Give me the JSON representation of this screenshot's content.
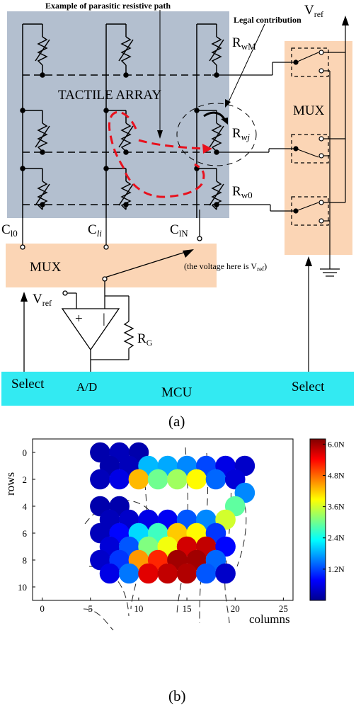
{
  "panel_a": {
    "caption": "(a)",
    "annotations": {
      "parasitic": "Example of parasitic resistive path",
      "legal": "Legal contribution",
      "vref_note": "(the voltage here is V",
      "vref_note_sub": "ref",
      "vref_note_end": ")"
    },
    "array_label": "TACTILE ARRAY",
    "mux_right_label": "MUX",
    "mux_bottom_label": "MUX",
    "mcu_label": "MCU",
    "select_left": "Select",
    "select_right": "Select",
    "ad_label": "A/D",
    "vref_top": {
      "main": "V",
      "sub": "ref"
    },
    "vref_left": {
      "main": "V",
      "sub": "ref"
    },
    "rg": {
      "main": "R",
      "sub": "G"
    },
    "opamp_plus": "+",
    "opamp_minus": "|",
    "row_labels": [
      {
        "main": "R",
        "sub": "wM"
      },
      {
        "main": "R",
        "sub": "wj"
      },
      {
        "main": "R",
        "sub": "w0"
      }
    ],
    "col_labels": [
      {
        "main": "C",
        "sub": "l0"
      },
      {
        "main": "C",
        "sub": "li"
      },
      {
        "main": "C",
        "sub": "lN"
      }
    ],
    "colors": {
      "array_bg": "#b3bfcf",
      "mux_bg": "#fbd5b5",
      "mcu_bg": "#33eaf2",
      "parasitic_path": "#e8111d"
    }
  },
  "panel_b": {
    "caption": "(b)",
    "chart_data": {
      "type": "heatmap",
      "xlabel": "columns",
      "ylabel": "rows",
      "xlim": [
        -1,
        26
      ],
      "ylim": [
        11,
        -1
      ],
      "x_ticks": [
        0,
        5,
        10,
        15,
        20,
        25
      ],
      "y_ticks": [
        0,
        2,
        4,
        6,
        8,
        10
      ],
      "colorbar": {
        "min": 0,
        "max": 6.2,
        "ticks": [
          {
            "value": 1.2,
            "label": "1.2N"
          },
          {
            "value": 2.4,
            "label": "2.4N"
          },
          {
            "value": 3.6,
            "label": "3.6N"
          },
          {
            "value": 4.8,
            "label": "4.8N"
          },
          {
            "value": 6.0,
            "label": "6.0N"
          }
        ]
      },
      "points": [
        {
          "x": 6,
          "y": 0,
          "v": 0.2
        },
        {
          "x": 8,
          "y": 0,
          "v": 0.3
        },
        {
          "x": 10,
          "y": 0,
          "v": 0.2
        },
        {
          "x": 7,
          "y": 1,
          "v": 0.2
        },
        {
          "x": 9,
          "y": 1,
          "v": 0.3
        },
        {
          "x": 11,
          "y": 1,
          "v": 1.9
        },
        {
          "x": 13,
          "y": 1,
          "v": 1.8
        },
        {
          "x": 15,
          "y": 1,
          "v": 1.6
        },
        {
          "x": 17,
          "y": 1,
          "v": 1.2
        },
        {
          "x": 19,
          "y": 1,
          "v": 0.6
        },
        {
          "x": 21,
          "y": 1,
          "v": 0.4
        },
        {
          "x": 6,
          "y": 2,
          "v": 0.3
        },
        {
          "x": 8,
          "y": 2,
          "v": 0.6
        },
        {
          "x": 10,
          "y": 2,
          "v": 4.3
        },
        {
          "x": 12,
          "y": 2,
          "v": 3.0
        },
        {
          "x": 14,
          "y": 2,
          "v": 3.3
        },
        {
          "x": 16,
          "y": 2,
          "v": 3.9
        },
        {
          "x": 18,
          "y": 2,
          "v": 1.4
        },
        {
          "x": 20,
          "y": 2,
          "v": 0.5
        },
        {
          "x": 21,
          "y": 3,
          "v": 1.6
        },
        {
          "x": 6,
          "y": 4,
          "v": 0.2
        },
        {
          "x": 8,
          "y": 4,
          "v": 0.2
        },
        {
          "x": 20,
          "y": 4,
          "v": 2.9
        },
        {
          "x": 7,
          "y": 5,
          "v": 0.3
        },
        {
          "x": 9,
          "y": 5,
          "v": 0.4
        },
        {
          "x": 11,
          "y": 5,
          "v": 0.6
        },
        {
          "x": 13,
          "y": 5,
          "v": 0.7
        },
        {
          "x": 15,
          "y": 5,
          "v": 1.3
        },
        {
          "x": 17,
          "y": 5,
          "v": 1.6
        },
        {
          "x": 19,
          "y": 5,
          "v": 3.6
        },
        {
          "x": 6,
          "y": 6,
          "v": 0.3
        },
        {
          "x": 8,
          "y": 6,
          "v": 0.8
        },
        {
          "x": 10,
          "y": 6,
          "v": 2.1
        },
        {
          "x": 12,
          "y": 6,
          "v": 2.7
        },
        {
          "x": 14,
          "y": 6,
          "v": 4.2
        },
        {
          "x": 16,
          "y": 6,
          "v": 3.9
        },
        {
          "x": 18,
          "y": 6,
          "v": 1.1
        },
        {
          "x": 7,
          "y": 7,
          "v": 0.5
        },
        {
          "x": 9,
          "y": 7,
          "v": 1.3
        },
        {
          "x": 11,
          "y": 7,
          "v": 3.1
        },
        {
          "x": 13,
          "y": 7,
          "v": 3.8
        },
        {
          "x": 15,
          "y": 7,
          "v": 5.7
        },
        {
          "x": 17,
          "y": 7,
          "v": 5.8
        },
        {
          "x": 19,
          "y": 7,
          "v": 0.8
        },
        {
          "x": 6,
          "y": 8,
          "v": 0.4
        },
        {
          "x": 8,
          "y": 8,
          "v": 1.1
        },
        {
          "x": 10,
          "y": 8,
          "v": 4.5
        },
        {
          "x": 12,
          "y": 8,
          "v": 5.2
        },
        {
          "x": 14,
          "y": 8,
          "v": 6.0
        },
        {
          "x": 16,
          "y": 8,
          "v": 6.0
        },
        {
          "x": 18,
          "y": 8,
          "v": 1.4
        },
        {
          "x": 7,
          "y": 9,
          "v": 0.6
        },
        {
          "x": 9,
          "y": 9,
          "v": 1.5
        },
        {
          "x": 11,
          "y": 9,
          "v": 5.6
        },
        {
          "x": 13,
          "y": 9,
          "v": 5.8
        },
        {
          "x": 15,
          "y": 9,
          "v": 5.9
        },
        {
          "x": 17,
          "y": 9,
          "v": 1.3
        },
        {
          "x": 19,
          "y": 9,
          "v": 0.4
        }
      ]
    }
  }
}
